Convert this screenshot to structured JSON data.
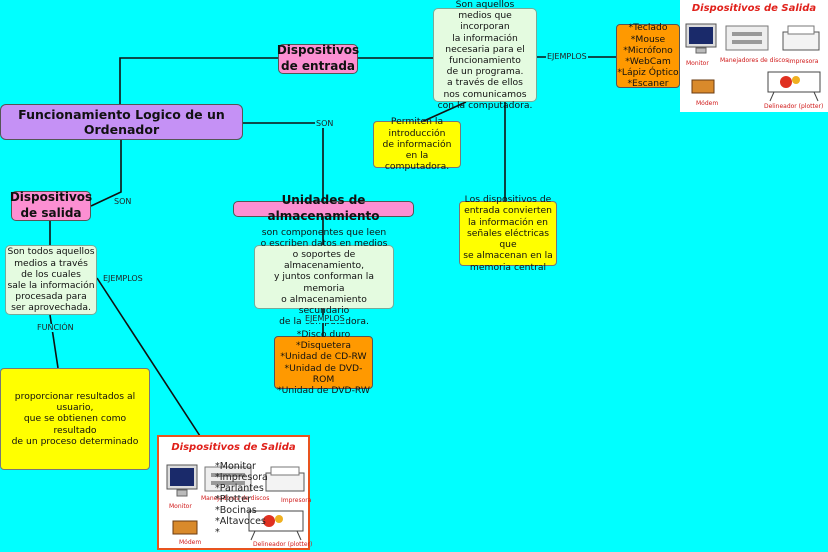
{
  "root": "Funcionamiento Logico de un Ordenador",
  "entrada": {
    "title": "Dispositivos\nde entrada",
    "definition": "Son aquellos\nmedios que incorporan\nla información\nnecesaria para el\nfuncionamiento\nde un programa.\na través de ellos\nnos comunicamos\ncon la computadora.",
    "note_permiten": "Permiten la\nintroducción\nde información\nen la computadora.",
    "note_convierten": "Los dispositivos de\nentrada convierten\nla información en\nseñales eléctricas que\nse almacenan en la\nmemoria central",
    "examples": "*Teclado\n*Mouse\n*Micrófono\n*WebCam\n*Lápiz Óptico\n*Escaner"
  },
  "salida": {
    "title": "Dispositivos\nde salida",
    "definition": "Son todos aquellos\nmedios a través\nde los cuales\nsale la información\nprocesada para\nser aprovechada.",
    "function": "proporcionar resultados al usuario,\nque se obtienen como resultado\nde un proceso determinado",
    "examples_overlay": "*Monitor\n*Impresora\n*Parlantes\n*Plotter\n*Bocinas\n*Altavoces\n*"
  },
  "almacenamiento": {
    "title": "Unidades de almacenamiento",
    "definition": "son componentes que leen\no escriben datos en medios\no soportes de almacenamiento,\ny juntos conforman la memoria\no almacenamiento secundario\nde la computadora.",
    "examples": "*Disco duro\n*Disquetera\n*Unidad de CD-RW\n*Unidad de DVD-ROM\n*Unidad de DVD-RW"
  },
  "links": {
    "son_1": "SON",
    "son_2": "SON",
    "ejemplos_1": "EJEMPLOS",
    "ejemplos_2": "EJEMPLOS",
    "ejemplos_3": "EJEMPLOS",
    "funcion": "FUNCIÓN"
  },
  "panel": {
    "title": "Dispositivos de Salida",
    "monitor": "Monitor",
    "manejadores": "Manejadores de discos",
    "impresora": "Impresora",
    "modem": "Módem",
    "delineador": "Delineador (plotter)"
  },
  "colors": {
    "background": "#00ffff",
    "root": "#c591f5",
    "pink": "#fc8fd2",
    "green": "#e4fbe0",
    "orange": "#ff9900",
    "yellow": "#ffff00"
  }
}
